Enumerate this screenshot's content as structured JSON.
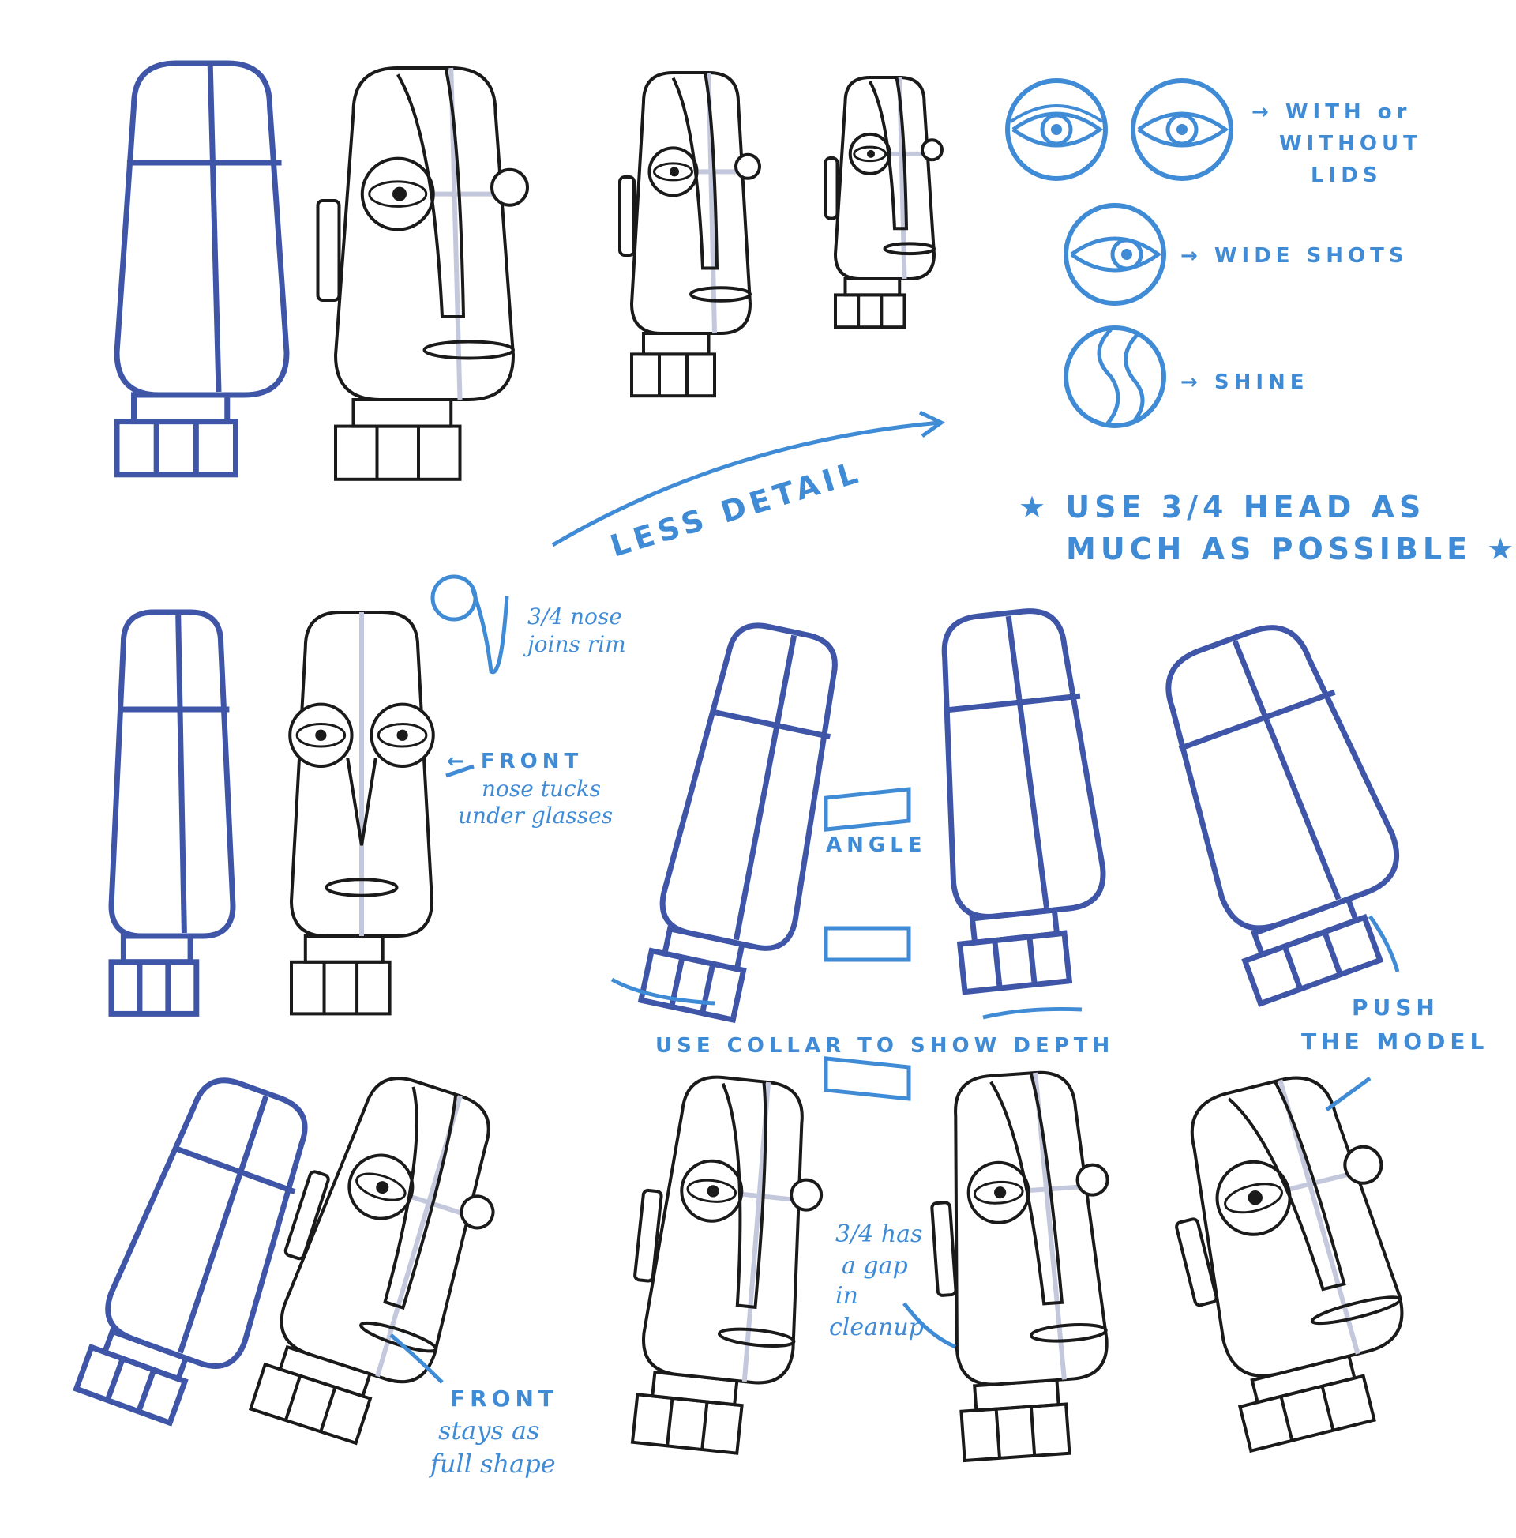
{
  "annotations": {
    "lids": [
      "→ WITH or",
      "WITHOUT",
      "LIDS"
    ],
    "wide_shots": "→ WIDE SHOTS",
    "shine": "→ SHINE",
    "less_detail": "LESS DETAIL",
    "use_three_quarter": [
      "★ USE 3/4 HEAD AS",
      "MUCH AS POSSIBLE ★"
    ],
    "nose_joins": [
      "3/4 nose",
      "joins rim"
    ],
    "front_tucks": [
      "← FRONT",
      "nose tucks",
      "under glasses"
    ],
    "angle": "ANGLE",
    "collar_depth": "USE COLLAR TO SHOW DEPTH",
    "push_model": [
      "PUSH",
      "THE MODEL"
    ],
    "gap_cleanup": [
      "3/4 has",
      "a gap",
      "in",
      "cleanup"
    ],
    "front_full": [
      "FRONT",
      "stays as",
      "full shape"
    ]
  },
  "colors": {
    "construction": "#3f56a8",
    "notes": "#3f8bd6",
    "ink": "#1a1a1a",
    "guide": "#c4c8dc"
  }
}
